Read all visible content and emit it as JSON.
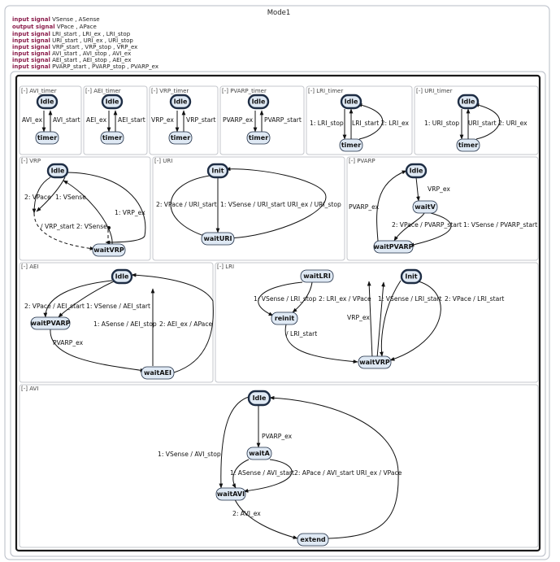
{
  "diagram": {
    "title": "Mode1",
    "declarations": [
      {
        "kw": "input signal",
        "text": " VSense , ASense"
      },
      {
        "kw": "output signal",
        "text": " VPace , APace"
      },
      {
        "kw": "input signal",
        "text": " LRI_start , LRI_ex , LRI_stop"
      },
      {
        "kw": "input signal",
        "text": " URI_start , URI_ex , URI_stop"
      },
      {
        "kw": "input signal",
        "text": " VRP_start , VRP_stop , VRP_ex"
      },
      {
        "kw": "input signal",
        "text": " AVI_start , AVI_stop , AVI_ex"
      },
      {
        "kw": "input signal",
        "text": " AEI_start , AEI_stop , AEI_ex"
      },
      {
        "kw": "input signal",
        "text": " PVARP_start , PVARP_stop , PVARP_ex"
      }
    ],
    "top_title": "top",
    "regions": {
      "avi_timer": "[-] AVI_timer",
      "aei_timer": "[-] AEI_timer",
      "vrp_timer": "[-] VRP_timer",
      "pvarp_timer": "[-] PVARP_timer",
      "lri_timer": "[-] LRI_timer",
      "uri_timer": "[-] URI_timer",
      "vrp": "[-] VRP",
      "uri": "[-] URI",
      "pvarp": "[-] PVARP",
      "aei": "[-] AEI",
      "lri": "[-] LRI",
      "avi": "[-] AVI"
    },
    "states": {
      "idle": "Idle",
      "timer": "timer",
      "init": "Init",
      "waitVRP": "waitVRP",
      "waitURI": "waitURI",
      "waitV": "waitV",
      "waitPVARP": "waitPVARP",
      "waitAEI": "waitAEI",
      "waitLRI": "waitLRI",
      "reinit": "reinit",
      "waitA": "waitA",
      "waitAVI": "waitAVI",
      "extend": "extend"
    },
    "labels": {
      "avi_ex": "AVI_ex",
      "avi_start": "AVI_start",
      "aei_ex": "AEI_ex",
      "aei_start": "AEI_start",
      "vrp_ex": "VRP_ex",
      "vrp_start": "VRP_start",
      "pvarp_ex": "PVARP_ex",
      "pvarp_start": "PVARP_start",
      "lri_stop1": "1: LRI_stop",
      "lri_start_ex": "LRI_start 2: LRI_ex",
      "uri_stop1": "1: URI_stop",
      "uri_start_ex": "URI_start 2: URI_ex",
      "vrp_vpace": "2: VPace",
      "vrp_vsense": "1: VSense",
      "vrp_ex1": "1: VRP_ex",
      "vrp_start_vsense": "/ VRP_start 2: VSense",
      "uri_vpace": "2: VPace / URI_start",
      "uri_vsense": "1: VSense / URI_start URI_ex / URI_stop",
      "pv_vrp_ex": "VRP_ex",
      "pv_pvarp_ex": "PVARP_ex",
      "pv_vpace": "2: VPace / PVARP_start",
      "pv_vsense": "1: VSense / PVARP_start",
      "aei_vpace": "2: VPace / AEI_start",
      "aei_vsense": "1: VSense / AEI_start",
      "aei_pvarp_ex": "PVARP_ex",
      "aei_asense": "1: ASense / AEI_stop",
      "aei_ex_apace": "2: AEI_ex / APace",
      "lri_vsense_stop": "1: VSense / LRI_stop",
      "lri_ex_vpace": "2: LRI_ex / VPace",
      "lri_vrp_ex": "VRP_ex",
      "lri_start": "/ LRI_start",
      "lri_vsense_start": "1: VSense / LRI_start",
      "lri_vpace_start": "2: VPace / LRI_start",
      "avi_vsense_stop": "1: VSense / AVI_stop",
      "avi_pvarp_ex": "PVARP_ex",
      "avi_asense_start": "1: ASense / AVI_start",
      "avi_apace_start": "2: APace / AVI_start URI_ex / VPace",
      "avi_ex2": "2: AVI_ex"
    }
  }
}
